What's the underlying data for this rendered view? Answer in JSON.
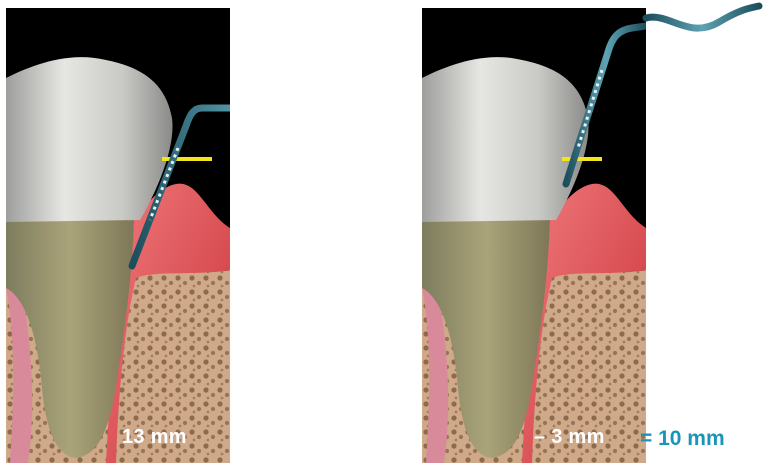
{
  "panels": {
    "left": {
      "measurement": "13 mm"
    },
    "right": {
      "measurement": "– 3 mm"
    }
  },
  "result": "= 10 mm",
  "colors": {
    "measure_text": "#ffffff",
    "result_text": "#1a95b8",
    "reference_line": "#f2e51c",
    "gum": "#e2464c",
    "bone": "#cfa988",
    "probe": "#2f7a8c",
    "background": "#000000"
  },
  "icons": [
    "tooth",
    "gum",
    "bone",
    "periodontal-probe",
    "reference-line"
  ]
}
